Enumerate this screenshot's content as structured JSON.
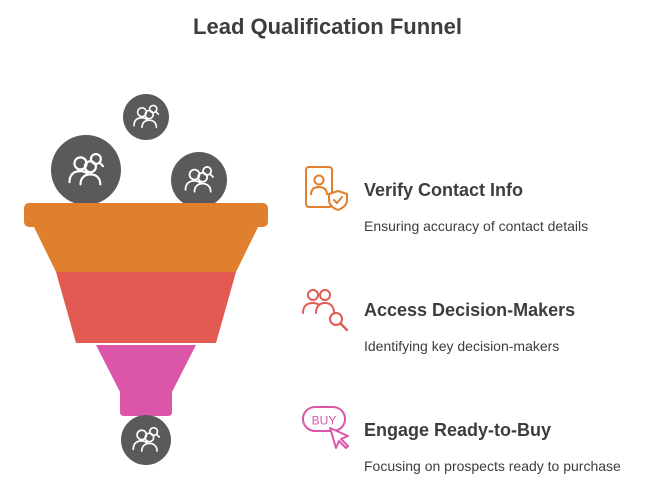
{
  "title": "Lead Qualification Funnel",
  "stages": [
    {
      "title": "Verify Contact Info",
      "description": "Ensuring accuracy of contact details",
      "color": "#e07f2e",
      "icon": "contact-verify-icon"
    },
    {
      "title": "Access Decision-Makers",
      "description": "Identifying key decision-makers",
      "color": "#e35a52",
      "icon": "people-search-icon"
    },
    {
      "title": "Engage Ready-to-Buy",
      "description": "Focusing on prospects ready to purchase",
      "color": "#db56a8",
      "icon": "buy-click-icon"
    }
  ],
  "icon_bubble_color": "#5a5a5a",
  "icons": {
    "lead_bubble": "user-search-icon"
  }
}
